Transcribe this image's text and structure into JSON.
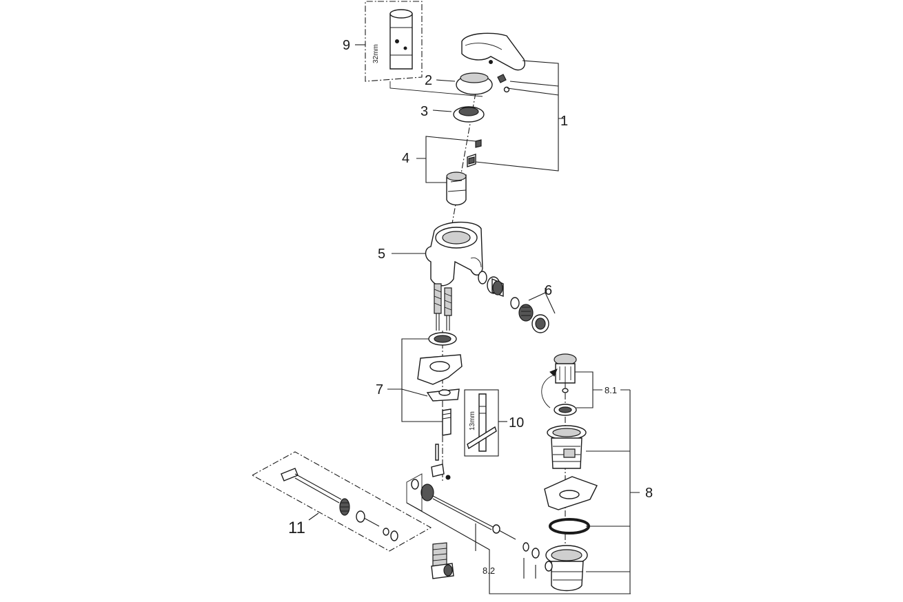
{
  "callouts": {
    "c1": "1",
    "c2": "2",
    "c3": "3",
    "c4": "4",
    "c5": "5",
    "c6": "6",
    "c7": "7",
    "c8": "8",
    "c81": "8.1",
    "c82": "8.2",
    "c9": "9",
    "c10": "10",
    "c11": "11"
  },
  "dimensions": {
    "tool_9_size": "32mm",
    "tool_10_size": "13mm"
  }
}
